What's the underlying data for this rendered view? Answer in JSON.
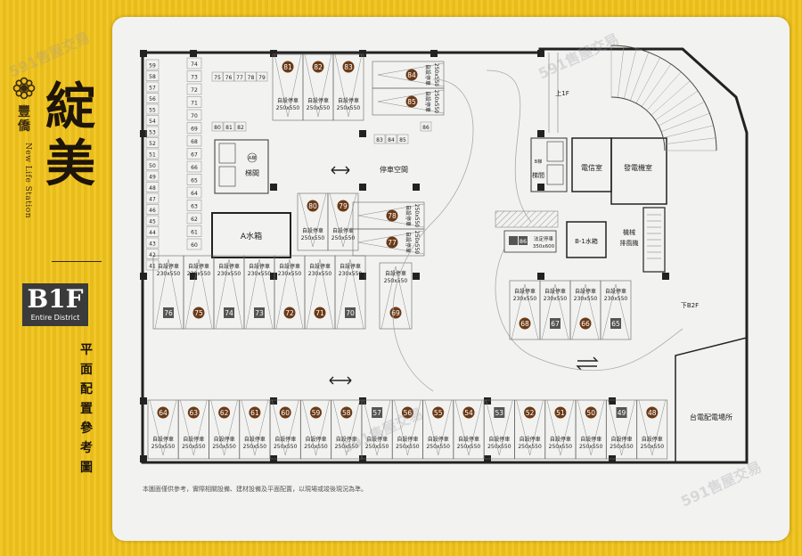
{
  "brand": {
    "name_cn": "豐僑",
    "name_en": "New Life Station",
    "title_cn": "綻美"
  },
  "floor": {
    "code": "B1F",
    "subtitle": "Entire District",
    "caption": "平面配置參考圖"
  },
  "note": "本圖面僅供參考，實際相關設備、建材設備及平面配置，以現場或竣後現況為準。",
  "watermark": "591售屋交易",
  "colors": {
    "accent": "#f0c21c",
    "stall_badge": "#6b3a17",
    "dark_badge": "#555555",
    "line": "#222222"
  },
  "labels": {
    "stall": "自設停車",
    "stall_legal": "法定停車",
    "size_a": "250x550",
    "size_b": "230x550",
    "size_c": "350x600",
    "stair_a": "梯間",
    "stair_b": "梯間",
    "elev_a": "A梯",
    "elev_b": "B梯",
    "tank_a": "A水箱",
    "tank_b": "B-1水箱",
    "telecom": "電信室",
    "generator": "發電機室",
    "fan_1": "機械",
    "fan_2": "排風機",
    "parking_space": "停車空間",
    "power_room": "台電配電場所",
    "up_1f": "上1F",
    "down_b2f": "下B2F"
  },
  "stalls": {
    "top": [
      "81",
      "82",
      "83"
    ],
    "right_top": [
      "84",
      "85"
    ],
    "center_mid": [
      "80",
      "79"
    ],
    "center_right": [
      "78",
      "77"
    ],
    "mid_row": [
      "76",
      "75",
      "74",
      "73",
      "72",
      "71",
      "70"
    ],
    "mid_dark": [
      "76",
      "74",
      "73",
      "70"
    ],
    "single": "69",
    "right_mid": [
      "68",
      "67",
      "66",
      "65"
    ],
    "right_mid_dark": [
      "67",
      "65"
    ],
    "legal": "86",
    "bottom": [
      "64",
      "63",
      "62",
      "61",
      "60",
      "59",
      "58",
      "57",
      "56",
      "55",
      "54",
      "53",
      "52",
      "51",
      "50",
      "49",
      "48"
    ],
    "bottom_dark": [
      "57",
      "53",
      "49"
    ]
  },
  "small_stalls": {
    "left_col": [
      "59",
      "58",
      "57",
      "56",
      "55",
      "54",
      "53",
      "52",
      "51",
      "50",
      "49",
      "48",
      "47",
      "46",
      "45",
      "44",
      "43",
      "42",
      "41"
    ],
    "left_col2": [
      "74",
      "73",
      "72",
      "71",
      "70",
      "69",
      "68",
      "67",
      "66",
      "65",
      "64",
      "63",
      "62",
      "61",
      "60"
    ],
    "row_top": [
      "75",
      "76",
      "77",
      "78",
      "79"
    ],
    "row_mid": [
      "80",
      "81",
      "82"
    ],
    "row_r": [
      "83",
      "84",
      "85"
    ],
    "r86": "86"
  }
}
